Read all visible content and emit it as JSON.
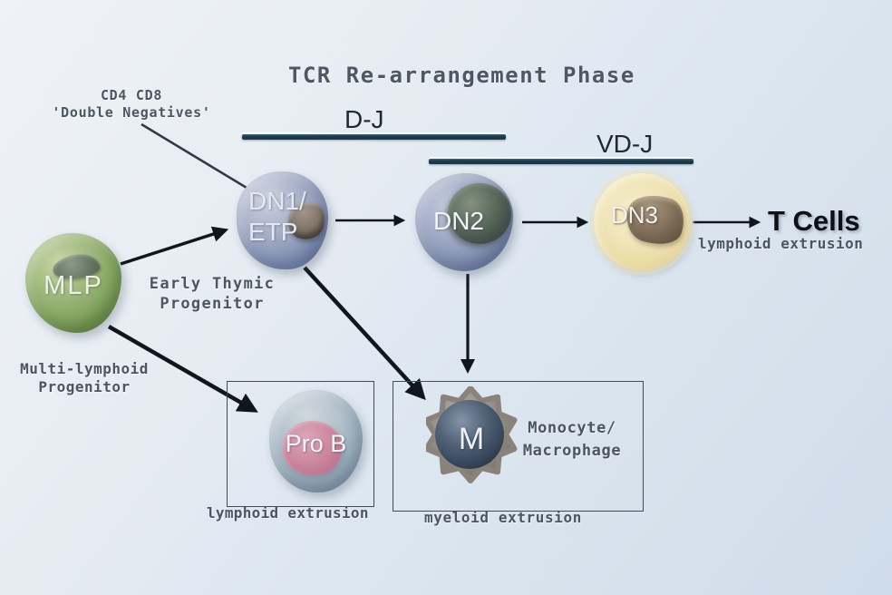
{
  "title": "TCR Re-arrangement Phase",
  "phases": {
    "dj_label": "D-J",
    "vdj_label": "VD-J"
  },
  "annotations": {
    "cd4cd8_line1": "CD4 CD8",
    "cd4cd8_line2": "'Double Negatives'",
    "early_thymic_line1": "Early Thymic",
    "early_thymic_line2": "Progenitor",
    "multi_lymphoid_line1": "Multi-lymphoid",
    "multi_lymphoid_line2": "Progenitor",
    "monocyte_line1": "Monocyte/",
    "monocyte_line2": "Macrophage",
    "lymphoid_extrusion_left": "lymphoid extrusion",
    "myeloid_extrusion": "myeloid extrusion",
    "lymphoid_extrusion_right": "lymphoid extrusion",
    "t_cells": "T Cells"
  },
  "cells": {
    "mlp": {
      "label": "MLP",
      "body_color": "#87a763",
      "nucleus_color": "#6d7d6b"
    },
    "dn1": {
      "label_line1": "DN1/",
      "label_line2": "ETP",
      "body_color": "#8f9cba",
      "nucleus_color": "#84786d"
    },
    "dn2": {
      "label": "DN2",
      "body_color": "#8794b4",
      "nucleus_color": "#42504a"
    },
    "dn3": {
      "label": "DN3",
      "body_color": "#e8d9a2",
      "nucleus_color": "#6b5b48"
    },
    "prob": {
      "label": "Pro B",
      "body_color": "#9cafbd",
      "nucleus_color": "#c07a92"
    },
    "m": {
      "label": "M",
      "body_color": "#948d85",
      "nucleus_color": "#3c4b5e"
    }
  },
  "colors": {
    "phase_bar": "#1b3949",
    "annotation_text": "#4b5662",
    "arrow": "#10161c",
    "box_border": "#3f4b57",
    "background_top_left": "#eff2f6",
    "background_bottom_right": "#cfdce9"
  }
}
